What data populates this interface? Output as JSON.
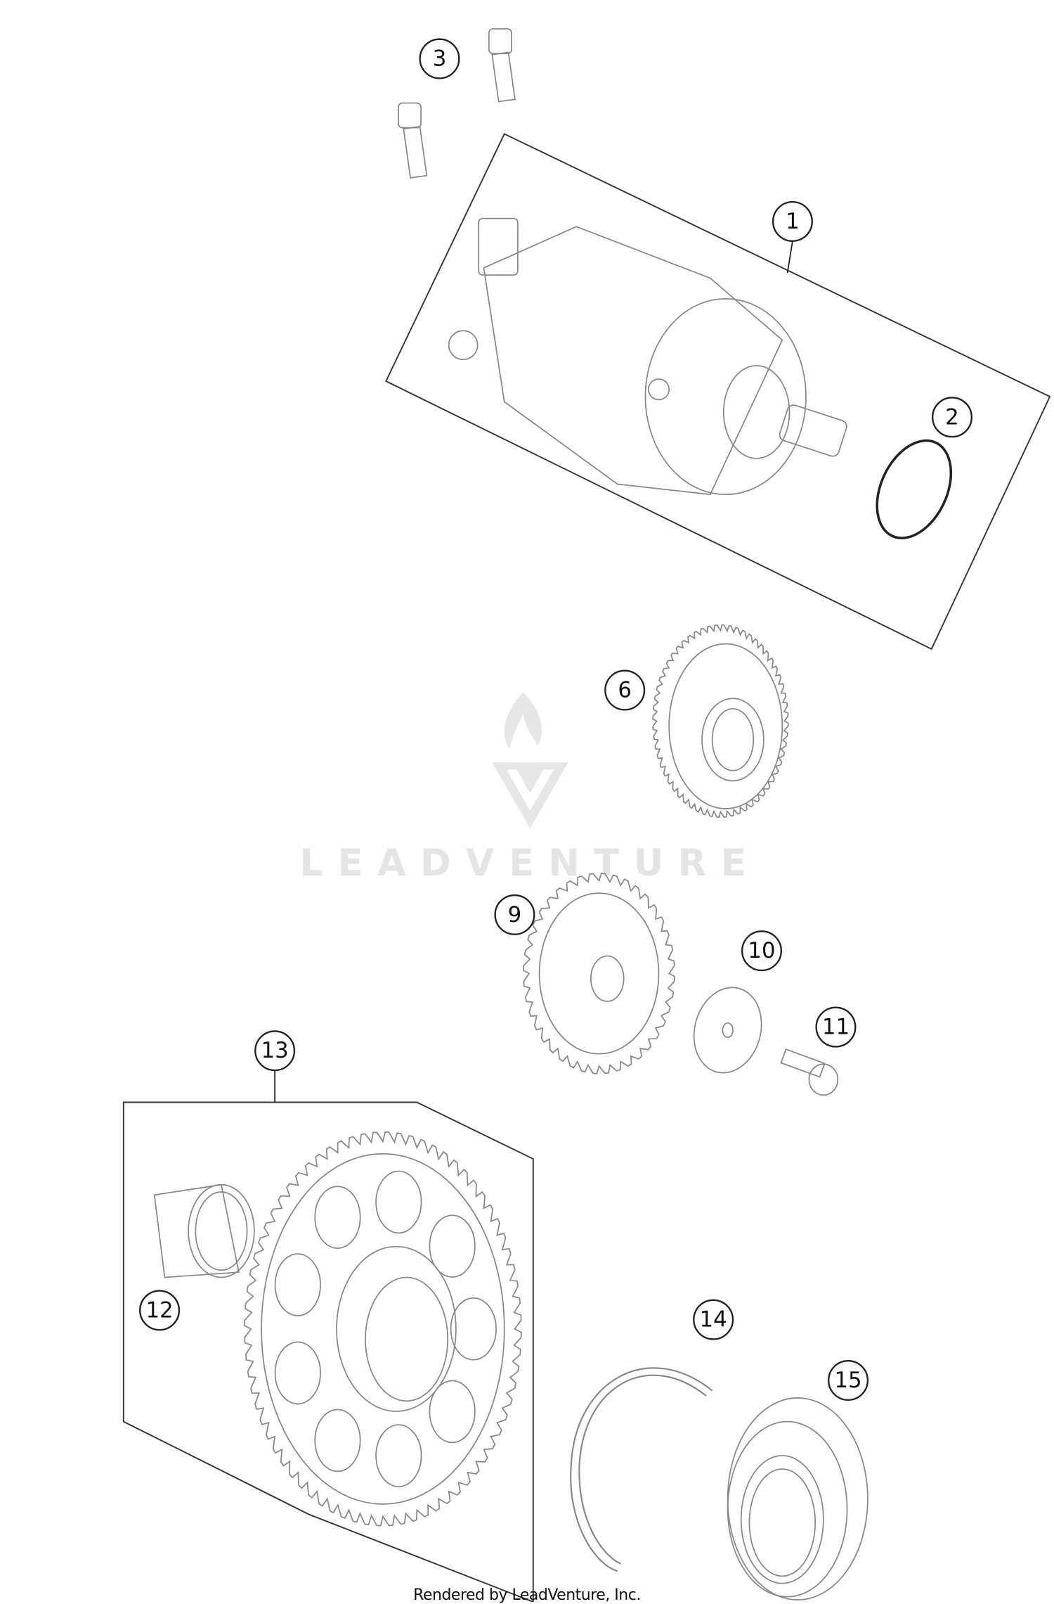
{
  "watermark": {
    "text": "LEADVENTURE"
  },
  "callouts": [
    {
      "number": "1",
      "part": "starter-motor"
    },
    {
      "number": "2",
      "part": "o-ring"
    },
    {
      "number": "3",
      "part": "screws"
    },
    {
      "number": "6",
      "part": "intermediate-gear"
    },
    {
      "number": "9",
      "part": "gear"
    },
    {
      "number": "10",
      "part": "washer"
    },
    {
      "number": "11",
      "part": "screw"
    },
    {
      "number": "12",
      "part": "bushing"
    },
    {
      "number": "13",
      "part": "starter-gear-assembly"
    },
    {
      "number": "14",
      "part": "snap-ring"
    },
    {
      "number": "15",
      "part": "bearing"
    }
  ],
  "footer": {
    "text": "Rendered by LeadVenture, Inc."
  }
}
